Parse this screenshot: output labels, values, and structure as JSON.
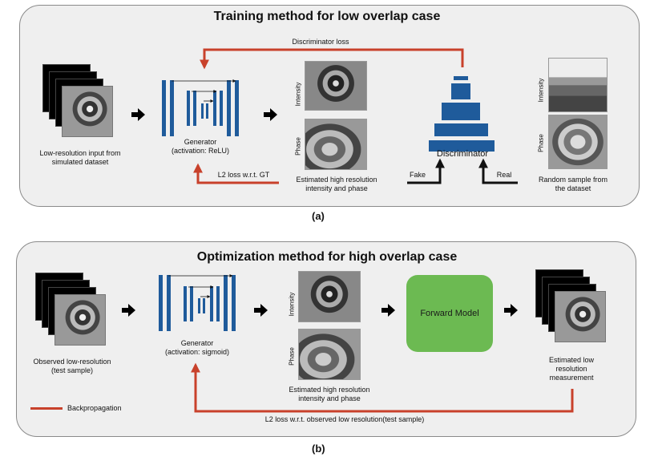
{
  "panel_a": {
    "title": "Training method for low overlap case",
    "discriminator_loss": "Discriminator loss",
    "input_label_1": "Low-resolution input from",
    "input_label_2": "simulated dataset",
    "generator_label_1": "Generator",
    "generator_label_2": "(activation: ReLU)",
    "intensity": "Intensity",
    "phase": "Phase",
    "l2_loss": "L2 loss w.r.t. GT",
    "estimate_label_1": "Estimated high resolution",
    "estimate_label_2": "intensity and phase",
    "discriminator": "Discriminator",
    "fake": "Fake",
    "real": "Real",
    "sample_label_1": "Random sample from",
    "sample_label_2": "the dataset",
    "sample_intensity": "Intensity",
    "sample_phase": "Phase",
    "caption": "(a)"
  },
  "panel_b": {
    "title": "Optimization method for high overlap case",
    "input_label_1": "Observed low-resolution",
    "input_label_2": "(test sample)",
    "generator_label_1": "Generator",
    "generator_label_2": "(activation: sigmoid)",
    "intensity": "Intensity",
    "phase": "Phase",
    "estimate_label_1": "Estimated high resolution",
    "estimate_label_2": "intensity and phase",
    "forward_model": "Forward Model",
    "output_label_1": "Estimated low",
    "output_label_2": "resolution",
    "output_label_3": "measurement",
    "legend_backprop": "Backpropagation",
    "l2_loss": "L2 loss w.r.t. observed low resolution(test sample)",
    "caption": "(b)"
  },
  "colors": {
    "arrow_red": "#c8412b",
    "network_blue": "#1f5b9b",
    "forward_model_green": "#6cba52",
    "panel_bg": "#efefef"
  }
}
